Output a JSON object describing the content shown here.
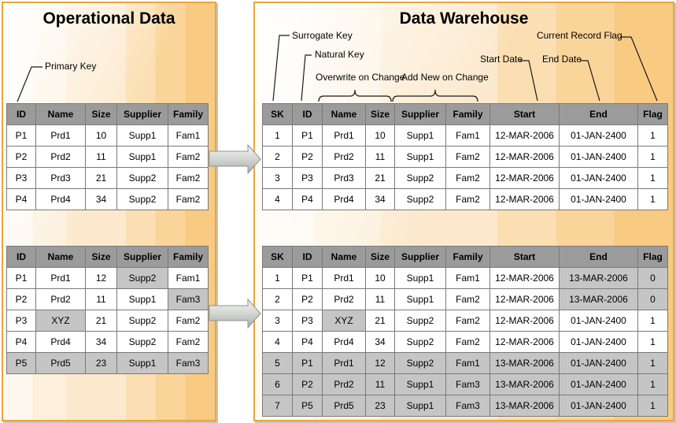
{
  "left_panel": {
    "title": "Operational Data",
    "annotations": {
      "primary_key": "Primary Key"
    },
    "table_current": {
      "headers": [
        "ID",
        "Name",
        "Size",
        "Supplier",
        "Family"
      ],
      "rows": [
        [
          "P1",
          "Prd1",
          "10",
          "Supp1",
          "Fam1"
        ],
        [
          "P2",
          "Prd2",
          "11",
          "Supp1",
          "Fam2"
        ],
        [
          "P3",
          "Prd3",
          "21",
          "Supp2",
          "Fam2"
        ],
        [
          "P4",
          "Prd4",
          "34",
          "Supp2",
          "Fam2"
        ]
      ],
      "highlight_cells": [],
      "highlight_rows": []
    },
    "table_updated": {
      "headers": [
        "ID",
        "Name",
        "Size",
        "Supplier",
        "Family"
      ],
      "rows": [
        [
          "P1",
          "Prd1",
          "12",
          "Supp2",
          "Fam1"
        ],
        [
          "P2",
          "Prd2",
          "11",
          "Supp1",
          "Fam3"
        ],
        [
          "P3",
          "XYZ",
          "21",
          "Supp2",
          "Fam2"
        ],
        [
          "P4",
          "Prd4",
          "34",
          "Supp2",
          "Fam2"
        ],
        [
          "P5",
          "Prd5",
          "23",
          "Supp1",
          "Fam3"
        ]
      ],
      "highlight_cells": [
        [
          0,
          3
        ],
        [
          1,
          4
        ],
        [
          2,
          1
        ]
      ],
      "highlight_rows": [
        4
      ]
    }
  },
  "right_panel": {
    "title": "Data Warehouse",
    "annotations": {
      "surrogate_key": "Surrogate Key",
      "natural_key": "Natural Key",
      "overwrite_on_change": "Overwrite on Change",
      "add_new_on_change": "Add New on Change",
      "start_date": "Start Date",
      "end_date": "End Date",
      "current_record_flag": "Current Record Flag"
    },
    "table_initial": {
      "headers": [
        "SK",
        "ID",
        "Name",
        "Size",
        "Supplier",
        "Family",
        "Start",
        "End",
        "Flag"
      ],
      "rows": [
        [
          "1",
          "P1",
          "Prd1",
          "10",
          "Supp1",
          "Fam1",
          "12-MAR-2006",
          "01-JAN-2400",
          "1"
        ],
        [
          "2",
          "P2",
          "Prd2",
          "11",
          "Supp1",
          "Fam2",
          "12-MAR-2006",
          "01-JAN-2400",
          "1"
        ],
        [
          "3",
          "P3",
          "Prd3",
          "21",
          "Supp2",
          "Fam2",
          "12-MAR-2006",
          "01-JAN-2400",
          "1"
        ],
        [
          "4",
          "P4",
          "Prd4",
          "34",
          "Supp2",
          "Fam2",
          "12-MAR-2006",
          "01-JAN-2400",
          "1"
        ]
      ],
      "highlight_cells": [],
      "highlight_rows": []
    },
    "table_after_changes": {
      "headers": [
        "SK",
        "ID",
        "Name",
        "Size",
        "Supplier",
        "Family",
        "Start",
        "End",
        "Flag"
      ],
      "rows": [
        [
          "1",
          "P1",
          "Prd1",
          "10",
          "Supp1",
          "Fam1",
          "12-MAR-2006",
          "13-MAR-2006",
          "0"
        ],
        [
          "2",
          "P2",
          "Prd2",
          "11",
          "Supp1",
          "Fam2",
          "12-MAR-2006",
          "13-MAR-2006",
          "0"
        ],
        [
          "3",
          "P3",
          "XYZ",
          "21",
          "Supp2",
          "Fam2",
          "12-MAR-2006",
          "01-JAN-2400",
          "1"
        ],
        [
          "4",
          "P4",
          "Prd4",
          "34",
          "Supp2",
          "Fam2",
          "12-MAR-2006",
          "01-JAN-2400",
          "1"
        ],
        [
          "5",
          "P1",
          "Prd1",
          "12",
          "Supp2",
          "Fam1",
          "13-MAR-2006",
          "01-JAN-2400",
          "1"
        ],
        [
          "6",
          "P2",
          "Prd2",
          "11",
          "Supp1",
          "Fam3",
          "13-MAR-2006",
          "01-JAN-2400",
          "1"
        ],
        [
          "7",
          "P5",
          "Prd5",
          "23",
          "Supp1",
          "Fam3",
          "13-MAR-2006",
          "01-JAN-2400",
          "1"
        ]
      ],
      "highlight_cells": [
        [
          0,
          7
        ],
        [
          0,
          8
        ],
        [
          1,
          7
        ],
        [
          1,
          8
        ],
        [
          2,
          2
        ]
      ],
      "highlight_rows": [
        4,
        5,
        6
      ]
    }
  },
  "colors": {
    "panel_border": "#ECA43E",
    "table_header_bg": "#9B9B9B",
    "table_grid": "#7A7A7A",
    "highlight_bg": "#C5C5C5",
    "text": "#000000"
  }
}
